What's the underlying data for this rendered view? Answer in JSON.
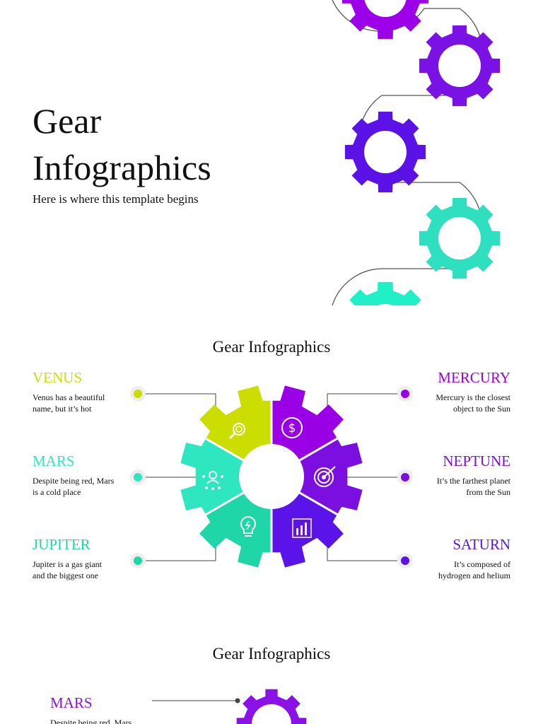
{
  "slide1": {
    "title_line1": "Gear",
    "title_line2": "Infographics",
    "subtitle": "Here is where this template begins"
  },
  "slide2": {
    "title": "Gear Infographics",
    "items": [
      {
        "name": "VENUS",
        "desc_line1": "Venus has a beautiful",
        "desc_line2": "name, but it’s hot",
        "color": "#ccdd00",
        "icon": "search-icon"
      },
      {
        "name": "MARS",
        "desc_line1": "Despite being red, Mars",
        "desc_line2": "is a cold place",
        "color": "#2ee6c0",
        "icon": "network-user-icon"
      },
      {
        "name": "JUPITER",
        "desc_line1": "Jupiter is a gas giant",
        "desc_line2": "and the biggest one",
        "color": "#1fd6a8",
        "icon": "lightbulb-icon"
      },
      {
        "name": "MERCURY",
        "desc_line1": "Mercury is the closest",
        "desc_line2": "object to the Sun",
        "color": "#9900e6",
        "icon": "dollar-icon"
      },
      {
        "name": "NEPTUNE",
        "desc_line1": "It’s the farthest planet",
        "desc_line2": "from the Sun",
        "color": "#7a0fe0",
        "icon": "target-icon"
      },
      {
        "name": "SATURN",
        "desc_line1": "It’s composed of",
        "desc_line2": "hydrogen and helium",
        "color": "#5a14e8",
        "icon": "bar-chart-icon"
      }
    ]
  },
  "slide3": {
    "title": "Gear Infographics",
    "item_name": "MARS",
    "item_desc": "Despite being red, Mars",
    "color": "#8a12e6",
    "icon": "bar-chart-icon"
  },
  "colors": {
    "purple": "#9b00e8",
    "violet": "#7a12e6",
    "indigo": "#5a12e6",
    "teal": "#2ee0c0",
    "aqua": "#1ff0c8",
    "lime": "#ccdd00",
    "line": "#555555"
  }
}
